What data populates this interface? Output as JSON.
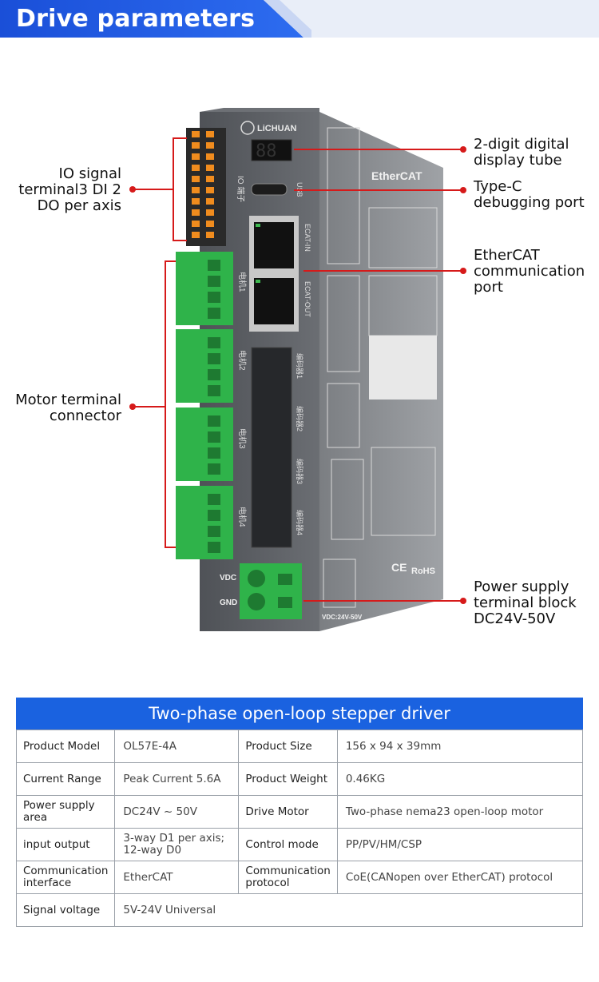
{
  "header": {
    "title": "Drive parameters"
  },
  "device": {
    "brand": "LiCHUAN",
    "display": "88",
    "io_port_label": "IO 端子",
    "usb_label": "USB",
    "ecat_in": "ECAT-IN",
    "ecat_out": "ECAT-OUT",
    "motors": [
      "电机1",
      "电机2",
      "电机3",
      "电机4"
    ],
    "encoders": [
      "编码器1",
      "编码器2",
      "编码器3",
      "编码器4"
    ],
    "vdc": "VDC",
    "gnd": "GND",
    "power_tag": "VDC:24V-50V",
    "ethercat_logo": "EtherCAT",
    "rohs": "RoHS",
    "ce": "CE"
  },
  "callouts": {
    "io": "IO signal\nterminal3 DI 2\nDO per axis",
    "motor": "Motor terminal\nconnector",
    "display": "2-digit digital\ndisplay tube",
    "typec": "Type-C\ndebugging port",
    "ethercat": "EtherCAT\ncommunication\nport",
    "power": "Power supply\nterminal block\nDC24V-50V"
  },
  "table": {
    "title": "Two-phase open-loop stepper driver",
    "rows": [
      [
        "Product Model",
        "OL57E-4A",
        "Product Size",
        "156 x 94 x 39mm"
      ],
      [
        "Current Range",
        "Peak Current 5.6A",
        "Product Weight",
        "0.46KG"
      ],
      [
        "Power supply area",
        "DC24V ~ 50V",
        "Drive Motor",
        "Two-phase nema23 open-loop motor"
      ],
      [
        "input output",
        "3-way D1 per axis; 12-way D0",
        "Control mode",
        "PP/PV/HM/CSP"
      ],
      [
        "Communication interface",
        "EtherCAT",
        "Communication protocol",
        "CoE(CANopen over EtherCAT) protocol"
      ],
      [
        "Signal voltage",
        "5V-24V Universal"
      ]
    ]
  },
  "colors": {
    "accent": "#1a62e0",
    "callout": "#d61a1a",
    "terminal_green": "#2fb34a",
    "case": "#5b5e63"
  }
}
